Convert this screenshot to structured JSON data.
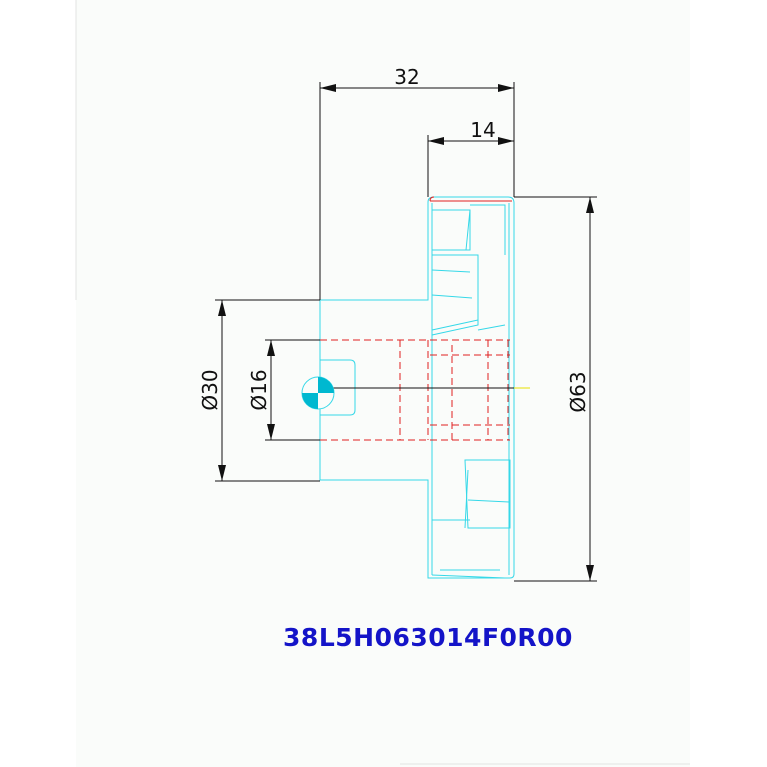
{
  "drawing": {
    "dimensions": {
      "overall_length": "32",
      "gear_width": "14",
      "hub_diameter": "Ø30",
      "bore_diameter": "Ø16",
      "outer_diameter": "Ø63"
    },
    "part_number": "38L5H063014F0R00"
  },
  "colors": {
    "outline": "#35d8e8",
    "hidden": "#e02020",
    "dimension": "#111111",
    "part_number": "#1414c8",
    "centerline": "#e8e000"
  }
}
